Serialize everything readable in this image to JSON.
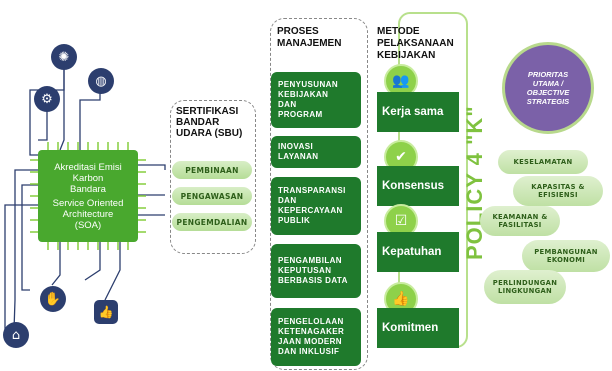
{
  "chip": {
    "line1": "Akreditasi Emisi",
    "line2": "Karbon",
    "line3": "Bandara",
    "line4": "Service Oriented",
    "line5": "Architecture",
    "line6": "(SOA)"
  },
  "sbu": {
    "title_line1": "SERTIFIKASI",
    "title_line2": "BANDAR",
    "title_line3": "UDARA (SBU)",
    "items": [
      "PEMBINAAN",
      "PENGAWASAN",
      "PENGEMDALIAN"
    ]
  },
  "proses": {
    "title_line1": "PROSES",
    "title_line2": "MANAJEMEN",
    "items": [
      [
        "PENYUSUNAN",
        "KEBIJAKAN",
        "DAN",
        "PROGRAM"
      ],
      [
        "INOVASI",
        "LAYANAN"
      ],
      [
        "TRANSPARANSI",
        "DAN",
        "KEPERCAYAAN",
        "PUBLIK"
      ],
      [
        "PENGAMBILAN",
        "KEPUTUSAN",
        "BERBASIS DATA"
      ],
      [
        "PENGELOLAAN",
        "KETENAGAKER",
        "JAAN MODERN",
        "DAN INKLUSIF"
      ]
    ]
  },
  "metode": {
    "title_line1": "METODE",
    "title_line2": "PELAKSANAAN",
    "title_line3": "KEBIJAKAN",
    "items": [
      "Kerja sama",
      "Konsensus",
      "Kepatuhan",
      "Komitmen"
    ],
    "policy_label": "POLICY 4 \"K\""
  },
  "prioritas": {
    "line1": "PRIORITAS",
    "line2": "UTAMA /",
    "line3": "OBJECTIVE",
    "line4": "STRATEGIS",
    "items": [
      [
        "KESELAMATAN"
      ],
      [
        "KAPASITAS &",
        "EFISIENSI"
      ],
      [
        "KEAMANAN &",
        "FASILITASI"
      ],
      [
        "PEMBANGUNAN",
        "EKONOMI"
      ],
      [
        "PERLINDUNGAN",
        "LINGKUNGAN"
      ]
    ]
  },
  "colors": {
    "chip_green": "#49a82e",
    "box_green": "#1f7a2c",
    "icon_navy": "#2c3e6e",
    "purple": "#7b61a8",
    "light_green": "#b5dd97"
  },
  "icons": [
    "brain-gear-icon",
    "globe-icon",
    "gear-icon",
    "handshake-icon",
    "thumbs-up-icon",
    "bank-icon",
    "people-icon",
    "check-group-icon",
    "checklist-icon",
    "like-icon"
  ]
}
